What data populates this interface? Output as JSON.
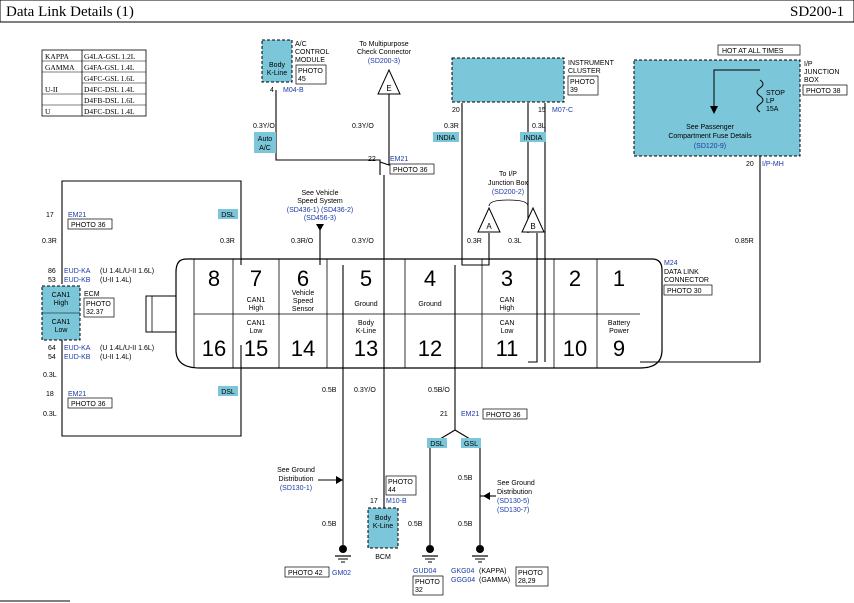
{
  "header": {
    "title": "Data Link Details (1)",
    "code": "SD200-1"
  },
  "engine_table": {
    "rows": [
      {
        "group": "KAPPA",
        "value": "G4LA-GSL 1.2L"
      },
      {
        "group": "GAMMA",
        "value": "G4FA-GSL 1.4L"
      },
      {
        "group": "",
        "value": "G4FC-GSL 1.6L"
      },
      {
        "group": "U-II",
        "value": "D4FC-DSL 1.4L"
      },
      {
        "group": "",
        "value": "D4FB-DSL 1.6L"
      },
      {
        "group": "U",
        "value": "D4FC-DSL 1.4L"
      }
    ]
  },
  "connector": {
    "name": "DATA LINK CONNECTOR",
    "code": "M24",
    "photo": "PHOTO 30",
    "pins_top": [
      {
        "num": "8",
        "label": ""
      },
      {
        "num": "7",
        "label": "CAN1 High"
      },
      {
        "num": "6",
        "label": "Vehicle Speed Sensor"
      },
      {
        "num": "5",
        "label": "Ground"
      },
      {
        "num": "4",
        "label": "Ground"
      },
      {
        "num": "3",
        "label": "CAN High"
      },
      {
        "num": "2",
        "label": ""
      },
      {
        "num": "1",
        "label": ""
      }
    ],
    "pins_bottom": [
      {
        "num": "16",
        "label": ""
      },
      {
        "num": "15",
        "label": "CAN1 Low"
      },
      {
        "num": "14",
        "label": ""
      },
      {
        "num": "13",
        "label": "Body K-Line"
      },
      {
        "num": "12",
        "label": ""
      },
      {
        "num": "11",
        "label": "CAN Low"
      },
      {
        "num": "10",
        "label": ""
      },
      {
        "num": "9",
        "label": "Battery Power"
      }
    ]
  },
  "ac_module": {
    "lines": [
      "A/C",
      "CONTROL",
      "MODULE"
    ],
    "box": "Body K-Line",
    "photo": "PHOTO 45",
    "pin": "4",
    "code": "M04-B",
    "wire": "0.3Y/O",
    "badge": "Auto A/C"
  },
  "check_connector": {
    "lines": [
      "To Multipurpose",
      "Check Connector"
    ],
    "ref": "(SD200-3)",
    "letter": "E"
  },
  "em21": {
    "code": "EM21",
    "photo": "PHOTO 36",
    "pin_top": "22",
    "pin_ecm_top": "17",
    "pin_ecm_bot": "18",
    "pin_bottom": "21"
  },
  "instrument_cluster": {
    "lines": [
      "INSTRUMENT",
      "CLUSTER"
    ],
    "photo": "PHOTO 39",
    "pin_left": "20",
    "pin_right": "15",
    "code": "M07-C",
    "badge": "INDIA",
    "wire": "0.3R",
    "wire_right": "0.3L"
  },
  "junction_box": {
    "hot": "HOT AT ALL TIMES",
    "lines": [
      "I/P",
      "JUNCTION",
      "BOX"
    ],
    "photo": "PHOTO 38",
    "fuse_lines": [
      "STOP",
      "LP",
      "15A"
    ],
    "see_lines": [
      "See Passenger",
      "Compartment Fuse Details"
    ],
    "ref": "(SD120-9)",
    "pin": "20",
    "code": "I/P-MH",
    "wire": "0.85R"
  },
  "ip_junction": {
    "lines": [
      "To I/P",
      "Junction Box"
    ],
    "ref": "(SD200-2)",
    "letter_a": "A",
    "letter_b": "B"
  },
  "vss": {
    "lines": [
      "See Vehicle",
      "Speed System"
    ],
    "refs": "(SD436-1) (SD436-2)",
    "ref2": "(SD456-3)"
  },
  "ecm": {
    "label": "ECM",
    "photo": "PHOTO 32.37",
    "box_high": "CAN1 High",
    "box_low": "CAN1 Low",
    "pin86": "86",
    "pin53": "53",
    "pin64": "64",
    "pin54": "54",
    "eud_ka": "EUD-KA",
    "eud_kb": "EUD-KB",
    "ka_note": "(U 1.4L/U-II 1.6L)",
    "kb_note": "(U-II 1.4L)"
  },
  "dsl_badge": "DSL",
  "gsl_badge": "GSL",
  "wires": {
    "r03": "0.3R",
    "l03": "0.3L",
    "ro03": "0.3R/O",
    "yo03": "0.3Y/O",
    "b05": "0.5B",
    "bo05": "0.5B/O"
  },
  "ground_left": {
    "lines": [
      "See Ground",
      "Distribution"
    ],
    "ref": "(SD130-1)",
    "photo": "PHOTO 42",
    "code": "GM02"
  },
  "bcm": {
    "box": "Body K-Line",
    "pin": "17",
    "code": "M10-B",
    "label": "BCM",
    "photo": "PHOTO 44"
  },
  "ground_right": {
    "lines": [
      "See Ground",
      "Distribution"
    ],
    "refs": [
      "(SD130-5)",
      "(SD130-7)"
    ],
    "gud": "GUD04",
    "gkg": "GKG04",
    "ggg": "GGG04",
    "kappa": "(KAPPA)",
    "gamma": "(GAMMA)",
    "photo_a": "PHOTO 32",
    "photo_b": "PHOTO 28,29"
  }
}
